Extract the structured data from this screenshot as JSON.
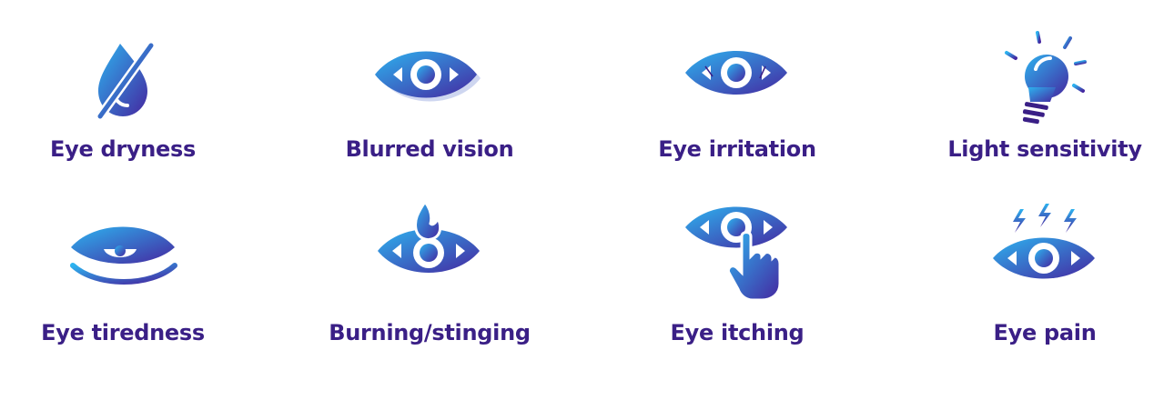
{
  "symptoms": [
    {
      "label": "Eye dryness",
      "icon": "drop-slash-icon"
    },
    {
      "label": "Blurred vision",
      "icon": "blurred-eye-icon"
    },
    {
      "label": "Eye irritation",
      "icon": "irritated-eye-icon"
    },
    {
      "label": "Light sensitivity",
      "icon": "lightbulb-icon"
    },
    {
      "label": "Eye tiredness",
      "icon": "tired-eye-icon"
    },
    {
      "label": "Burning/stinging",
      "icon": "burning-eye-icon"
    },
    {
      "label": "Eye itching",
      "icon": "itching-eye-icon"
    },
    {
      "label": "Eye pain",
      "icon": "pain-eye-icon"
    }
  ],
  "colors": {
    "label": "#3a1f86",
    "gradient_start": "#2db3ef",
    "gradient_end": "#4527a0"
  }
}
